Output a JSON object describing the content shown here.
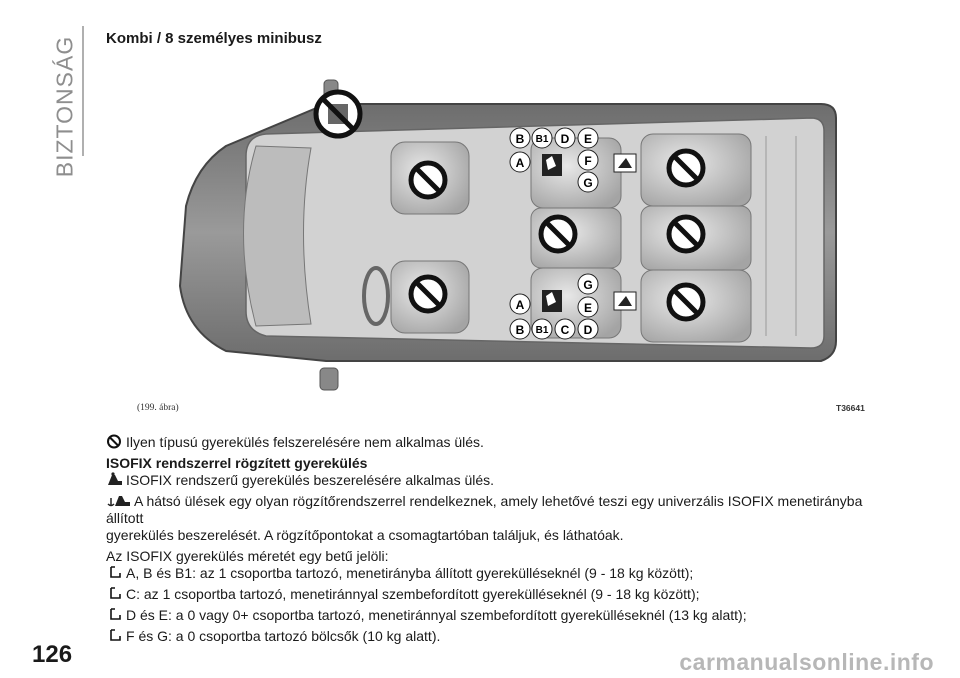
{
  "section_label": "BIZTONSÁG",
  "heading": "Kombi / 8 személyes minibusz",
  "figure": {
    "caption": "(199. ábra)",
    "code": "T36641",
    "labels_upper": [
      "B",
      "B1",
      "D",
      "E",
      "A",
      "F",
      "G"
    ],
    "labels_lower": [
      "G",
      "A",
      "E",
      "B",
      "B1",
      "C",
      "D"
    ]
  },
  "body": {
    "line1": "Ilyen típusú gyerekülés felszerelésére nem alkalmas ülés.",
    "isofix_heading": "ISOFIX rendszerrel rögzített gyerekülés",
    "line2": "ISOFIX rendszerű gyerekülés beszerelésére alkalmas ülés.",
    "line3a": "A hátsó ülések egy olyan rögzítőrendszerrel rendelkeznek, amely lehetővé teszi egy univerzális ISOFIX menetirányba állított",
    "line3b": "gyerekülés beszerelését. A rögzítőpontokat a csomagtartóban találjuk, és láthatóak.",
    "intro": "Az ISOFIX gyerekülés méretét egy betű jelöli:",
    "items": [
      "A, B és B1: az 1 csoportba tartozó, menetirányba állított gyerekülléseknél (9 - 18 kg között);",
      "C: az 1 csoportba tartozó, menetiránnyal szembefordított gyerekülléseknél (9 - 18 kg között);",
      "D és E: a 0 vagy 0+ csoportba tartozó, menetiránnyal szembefordított gyerekülléseknél (13 kg alatt);",
      "F és G: a 0 csoportba tartozó bölcsők (10 kg alatt)."
    ]
  },
  "page_number": "126",
  "watermark": "carmanualsonline.info"
}
